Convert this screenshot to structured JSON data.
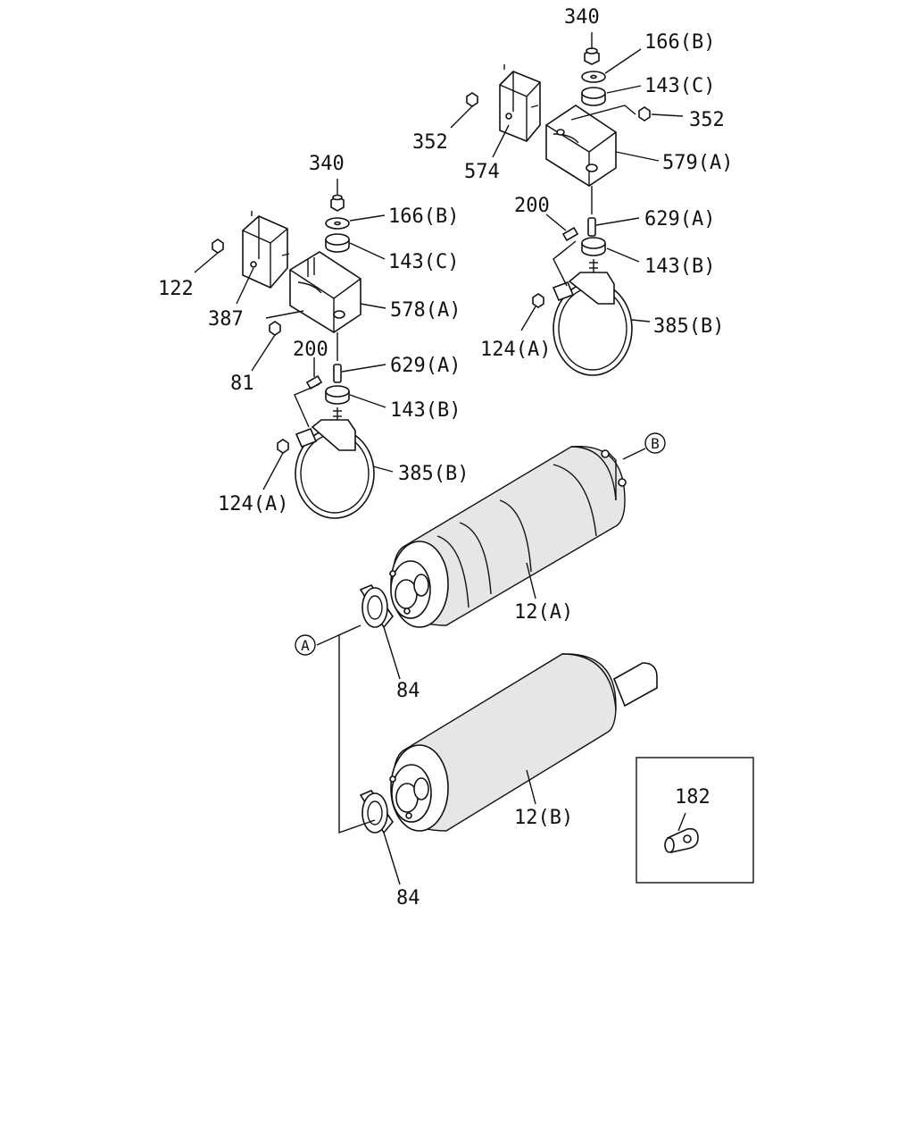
{
  "labels": {
    "lbl_340_r": "340",
    "lbl_166b_r": "166(B)",
    "lbl_143c_r": "143(C)",
    "lbl_352_l": "352",
    "lbl_352_r": "352",
    "lbl_574": "574",
    "lbl_579a": "579(A)",
    "lbl_200_r": "200",
    "lbl_629a_r": "629(A)",
    "lbl_143b_r": "143(B)",
    "lbl_124a_r": "124(A)",
    "lbl_385b_r": "385(B)",
    "lbl_340_l": "340",
    "lbl_166b_l": "166(B)",
    "lbl_143c_l": "143(C)",
    "lbl_122": "122",
    "lbl_387": "387",
    "lbl_578a": "578(A)",
    "lbl_81": "81",
    "lbl_200_l": "200",
    "lbl_629a_l": "629(A)",
    "lbl_143b_l": "143(B)",
    "lbl_124a_l": "124(A)",
    "lbl_385b_l": "385(B)",
    "lbl_12a": "12(A)",
    "lbl_12b": "12(B)",
    "lbl_84_a": "84",
    "lbl_84_b": "84",
    "lbl_182": "182",
    "ref_a": "A",
    "ref_b": "B"
  }
}
